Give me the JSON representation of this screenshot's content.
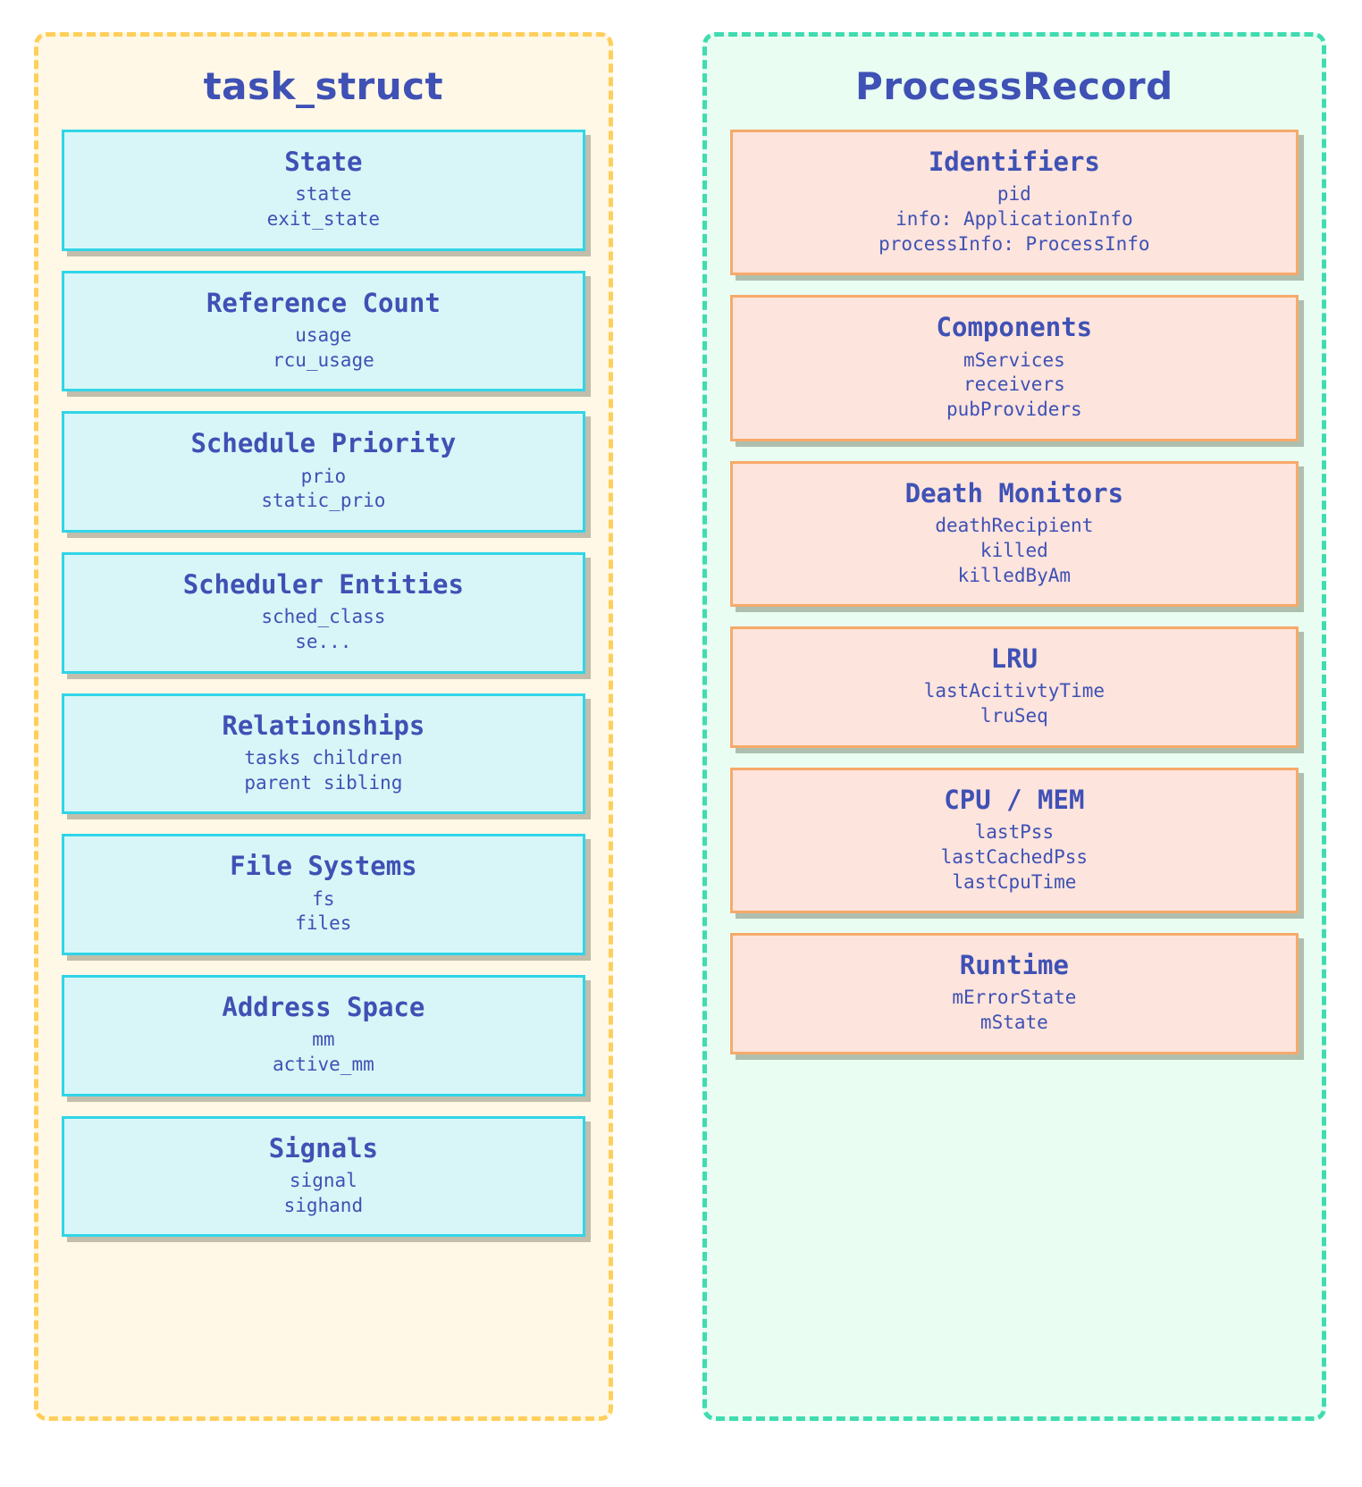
{
  "diagram": {
    "colors": {
      "left_panel_bg": "#fff8e6",
      "left_panel_border": "#ffcf5c",
      "right_panel_bg": "#eafdf2",
      "right_panel_border": "#3fdcb0",
      "cyan_card_bg": "#d8f6f7",
      "cyan_card_border": "#30d5e8",
      "peach_card_bg": "#fde4dc",
      "peach_card_border": "#f7a96a",
      "text": "#3f51b5",
      "shadow_left": "#c2beab",
      "shadow_right": "#aebfb0"
    }
  },
  "left_panel": {
    "title": "task_struct",
    "cards": [
      {
        "title": "State",
        "fields": [
          "state",
          "exit_state"
        ]
      },
      {
        "title": "Reference Count",
        "fields": [
          "usage",
          "rcu_usage"
        ]
      },
      {
        "title": "Schedule Priority",
        "fields": [
          "prio",
          "static_prio"
        ]
      },
      {
        "title": "Scheduler Entities",
        "fields": [
          "sched_class",
          "se..."
        ]
      },
      {
        "title": "Relationships",
        "fields": [
          "tasks children",
          "parent sibling"
        ]
      },
      {
        "title": "File Systems",
        "fields": [
          "fs",
          "files"
        ]
      },
      {
        "title": "Address Space",
        "fields": [
          "mm",
          "active_mm"
        ]
      },
      {
        "title": "Signals",
        "fields": [
          "signal",
          "sighand"
        ]
      }
    ]
  },
  "right_panel": {
    "title": "ProcessRecord",
    "cards": [
      {
        "title": "Identifiers",
        "fields": [
          "pid",
          "info: ApplicationInfo",
          "processInfo: ProcessInfo"
        ]
      },
      {
        "title": "Components",
        "fields": [
          "mServices",
          "receivers",
          "pubProviders"
        ]
      },
      {
        "title": "Death Monitors",
        "fields": [
          "deathRecipient",
          "killed",
          "killedByAm"
        ]
      },
      {
        "title": "LRU",
        "fields": [
          "lastAcitivtyTime",
          "lruSeq"
        ]
      },
      {
        "title": "CPU / MEM",
        "fields": [
          "lastPss",
          "lastCachedPss",
          "lastCpuTime"
        ]
      },
      {
        "title": "Runtime",
        "fields": [
          "mErrorState",
          "mState"
        ]
      }
    ]
  }
}
